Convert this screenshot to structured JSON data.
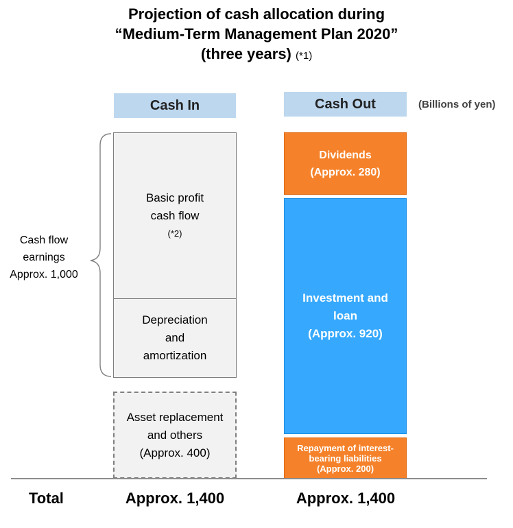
{
  "title": {
    "line1": "Projection of cash allocation during",
    "line2": "“Medium-Term Management Plan 2020”",
    "line3": "(three years)",
    "note": "(*1)"
  },
  "unit_label": "(Billions of yen)",
  "chart_data": {
    "type": "bar",
    "subtype": "stacked-allocation",
    "unit": "Billions of yen",
    "columns": [
      {
        "header": "Cash In",
        "segments": [
          {
            "label": "Basic profit cash flow",
            "note": "(*2)",
            "value": null
          },
          {
            "label": "Depreciation and amortization",
            "value": null
          },
          {
            "label": "Asset replacement and others",
            "value": 400,
            "value_text": "(Approx. 400)",
            "style": "dashed"
          }
        ],
        "total_text": "Approx. 1,400",
        "total": 1400
      },
      {
        "header": "Cash Out",
        "segments": [
          {
            "label": "Dividends",
            "value": 280,
            "value_text": "(Approx. 280)",
            "color": "#f5822a"
          },
          {
            "label": "Investment and loan",
            "value": 920,
            "value_text": "(Approx. 920)",
            "color": "#36a9fe"
          },
          {
            "label": "Repayment of interest-bearing liabilities",
            "value": 200,
            "value_text": "(Approx. 200)",
            "color": "#f5822a"
          }
        ],
        "total_text": "Approx. 1,400",
        "total": 1400
      }
    ],
    "bracket": {
      "lines": [
        "Cash flow",
        "earnings",
        "Approx. 1,000"
      ],
      "value": 1000
    },
    "row_label": "Total"
  },
  "texts": {
    "cash_in_header": "Cash In",
    "cash_out_header": "Cash Out",
    "basic_profit_line1": "Basic profit",
    "basic_profit_line2": "cash flow",
    "basic_profit_note": "(*2)",
    "depr_line1": "Depreciation",
    "depr_line2": "and",
    "depr_line3": "amortization",
    "asset_line1": "Asset replacement",
    "asset_line2": "and others",
    "asset_line3": "(Approx. 400)",
    "dividends_line1": "Dividends",
    "dividends_line2": "(Approx. 280)",
    "invest_line1": "Investment and",
    "invest_line2": "loan",
    "invest_line3": "(Approx. 920)",
    "repay_line1": "Repayment of interest-",
    "repay_line2": "bearing liabilities",
    "repay_line3": "(Approx. 200)",
    "cf_line1": "Cash flow",
    "cf_line2": "earnings",
    "cf_line3": "Approx. 1,000",
    "total_label": "Total",
    "total_in": "Approx. 1,400",
    "total_out": "Approx. 1,400"
  },
  "colors": {
    "header_bg": "#bdd7ee",
    "cash_in_fill": "#f2f2f2",
    "orange": "#f5822a",
    "blue": "#36a9fe"
  }
}
